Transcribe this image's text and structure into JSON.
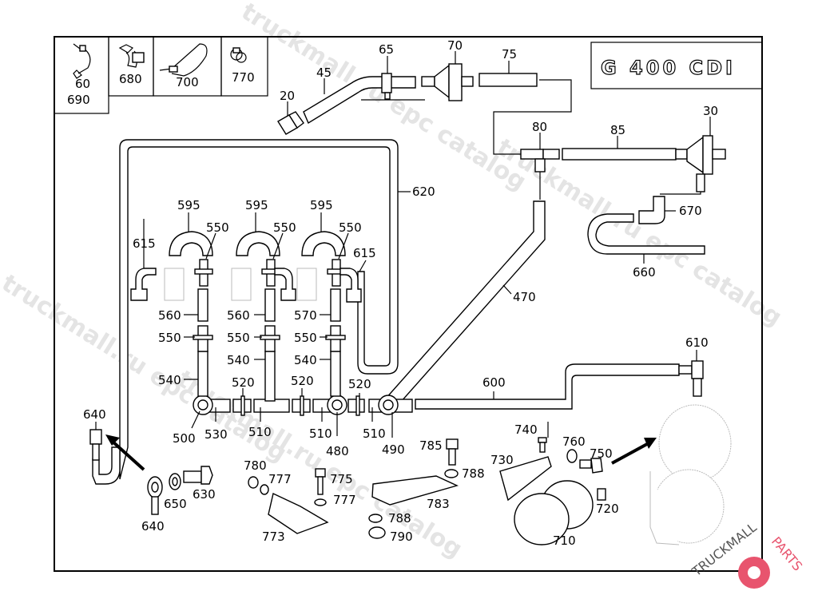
{
  "title": "G 400 CDI",
  "watermarks": [
    "truckmall.ru epc catalog",
    "truckmall.ru epc catalog",
    "truckmall.ru epc catalog",
    "truckmall.ru epc catalog"
  ],
  "logo": {
    "text_dark": "TRUCKMALL",
    "text_accent": "PARTS",
    "accent_color": "#e8546e"
  },
  "legend_boxes": [
    {
      "labels": [
        "60",
        "690"
      ],
      "icon": "cable-clamp-icon"
    },
    {
      "labels": [
        "680"
      ],
      "icon": "double-clip-icon"
    },
    {
      "labels": [
        "700"
      ],
      "icon": "cable-tie-icon"
    },
    {
      "labels": [
        "770"
      ],
      "icon": "hose-clip-icon"
    }
  ],
  "callouts": {
    "p20": "20",
    "p45": "45",
    "p65": "65",
    "p70": "70",
    "p75": "75",
    "p80": "80",
    "p85": "85",
    "p30": "30",
    "p670": "670",
    "p660": "660",
    "p620": "620",
    "p470": "470",
    "p600": "600",
    "p610": "610",
    "p615a": "615",
    "p615b": "615",
    "p595a": "595",
    "p595b": "595",
    "p595c": "595",
    "p550a": "550",
    "p550b": "550",
    "p550c": "550",
    "p560a": "560",
    "p560b": "560",
    "p570": "570",
    "p550d": "550",
    "p550e": "550",
    "p550f": "550",
    "p540a": "540",
    "p540b": "540",
    "p540c": "540",
    "p520a": "520",
    "p520b": "520",
    "p520c": "520",
    "p500": "500",
    "p530": "530",
    "p510a": "510",
    "p510b": "510",
    "p510c": "510",
    "p480": "480",
    "p490": "490",
    "p640a": "640",
    "p640b": "640",
    "p650": "650",
    "p630": "630",
    "p780": "780",
    "p777a": "777",
    "p775": "775",
    "p777b": "777",
    "p773": "773",
    "p785": "785",
    "p788a": "788",
    "p783": "783",
    "p788b": "788",
    "p790": "790",
    "p740": "740",
    "p730": "730",
    "p760": "760",
    "p750": "750",
    "p720": "720",
    "p710": "710"
  }
}
